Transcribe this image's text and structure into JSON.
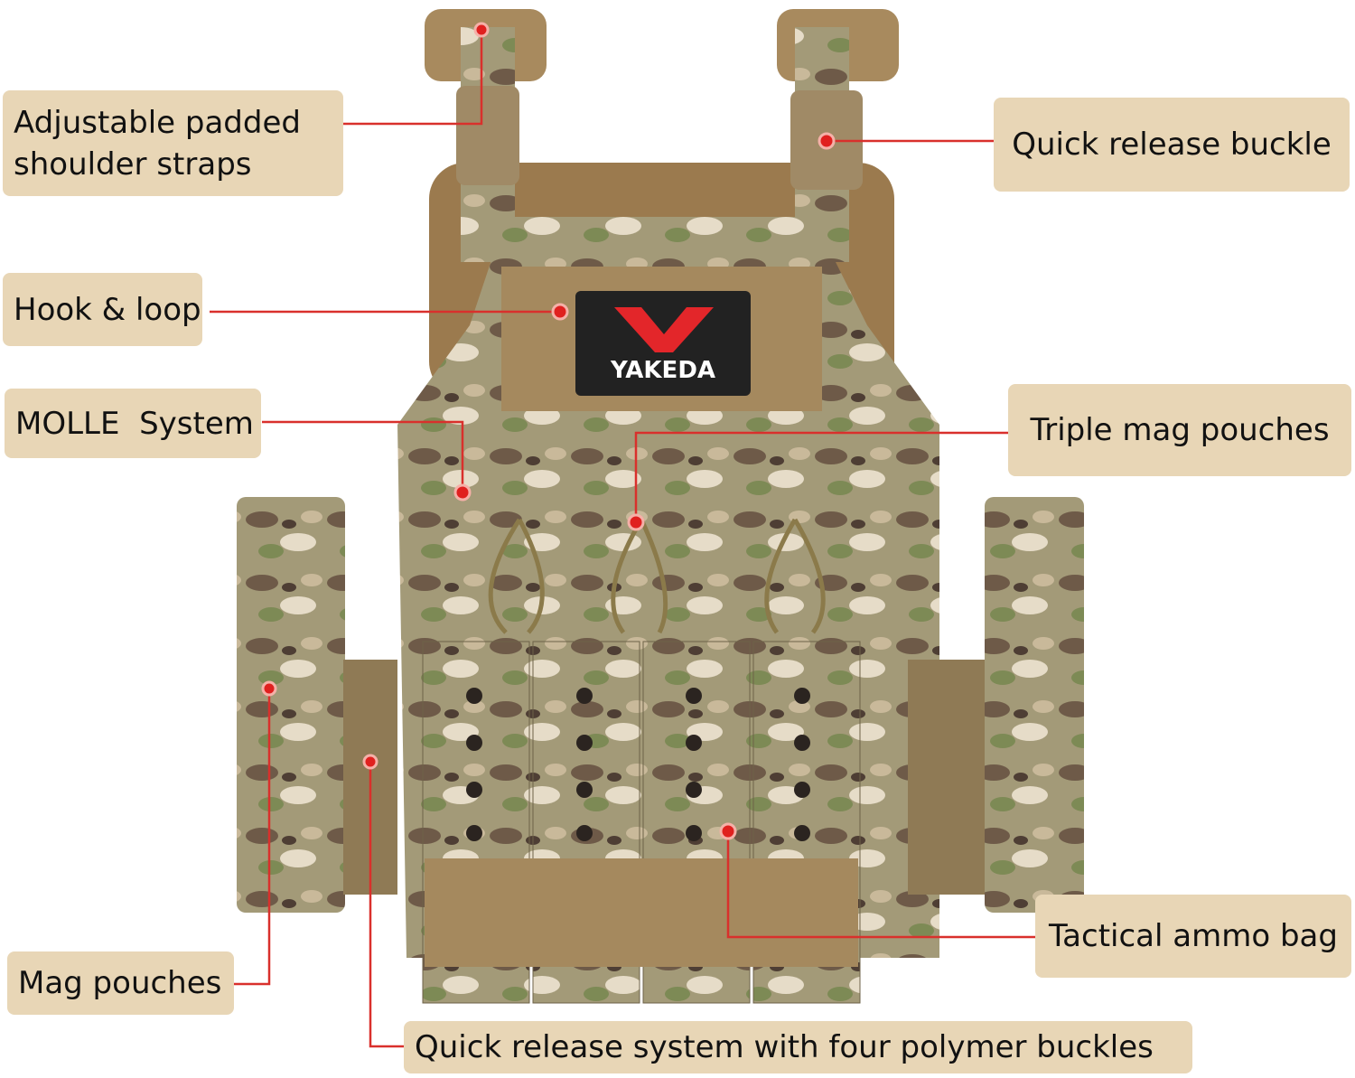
{
  "brand": {
    "logo_text": "YAKEDA"
  },
  "colors": {
    "label_bg": "#e8d6b6",
    "callout_line": "#d9302c",
    "dot": "#e0201f"
  },
  "callouts": [
    {
      "text": "Adjustable padded shoulder straps",
      "line1": "Adjustable padded",
      "line2": "shoulder straps"
    },
    {
      "text": "Quick release buckle"
    },
    {
      "text": "Hook & loop"
    },
    {
      "text": "MOLLE  System"
    },
    {
      "text": "Triple mag pouches"
    },
    {
      "text": "Mag pouches"
    },
    {
      "text": "Quick release system with four polymer buckles"
    },
    {
      "text": "Tactical ammo bag"
    }
  ]
}
